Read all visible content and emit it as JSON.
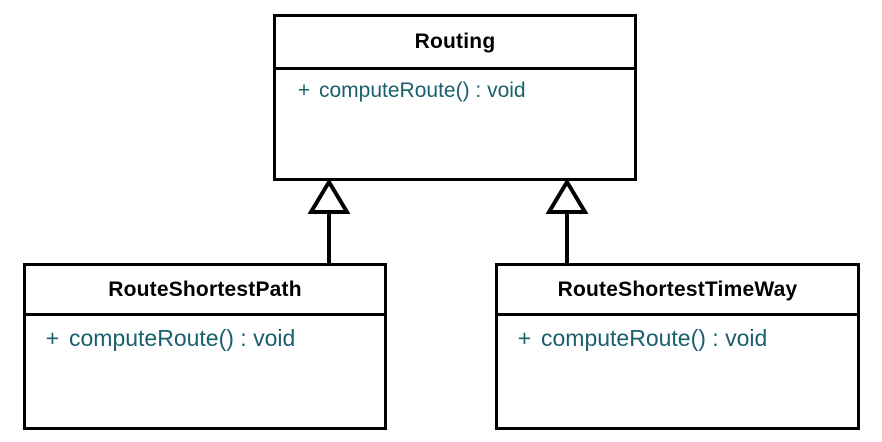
{
  "diagram": {
    "type": "uml-class-diagram",
    "background_color": "#ffffff",
    "line_color": "#000000",
    "class_name_color": "#000000",
    "member_text_color": "#1a5f6e",
    "classes": [
      {
        "id": "routing",
        "name": "Routing",
        "role": "parent",
        "members": [
          {
            "visibility": "+",
            "text": "computeRoute() : void"
          }
        ]
      },
      {
        "id": "route-shortest-path",
        "name": "RouteShortestPath",
        "role": "child",
        "members": [
          {
            "visibility": "+",
            "text": "computeRoute() : void"
          }
        ]
      },
      {
        "id": "route-shortest-time-way",
        "name": "RouteShortestTimeWay",
        "role": "child",
        "members": [
          {
            "visibility": "+",
            "text": "computeRoute() : void"
          }
        ]
      }
    ],
    "relationships": [
      {
        "id": "gen-left",
        "kind": "generalization",
        "from": "RouteShortestPath",
        "to": "Routing"
      },
      {
        "id": "gen-right",
        "kind": "generalization",
        "from": "RouteShortestTimeWay",
        "to": "Routing"
      }
    ]
  }
}
